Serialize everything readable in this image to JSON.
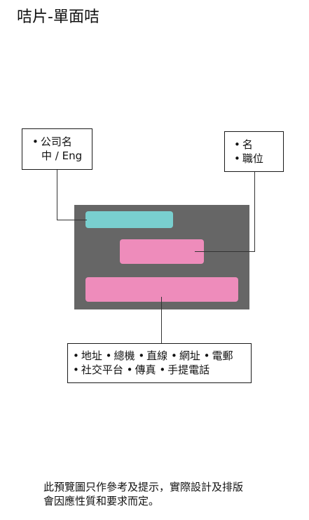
{
  "page": {
    "title": "咭片-單面咭"
  },
  "callouts": {
    "company": {
      "bullet": "•",
      "line1": "公司名",
      "line2": "中 / Eng"
    },
    "person": {
      "bullet": "•",
      "items": [
        "名",
        "職位"
      ]
    },
    "contact": {
      "bullet": "•",
      "row1": [
        "地址",
        "總機",
        "直線",
        "網址",
        "電郵"
      ],
      "row2": [
        "社交平台",
        "傳真",
        "手提電話"
      ]
    }
  },
  "card": {
    "background": "#666666",
    "bar_colors": {
      "company": "#79cfcf",
      "person": "#ee8cbb",
      "contact": "#ee8cbb"
    }
  },
  "footer": {
    "line1": "此預覽圖只作參考及提示，實際設計及排版",
    "line2": "會因應性質和要求而定。"
  }
}
